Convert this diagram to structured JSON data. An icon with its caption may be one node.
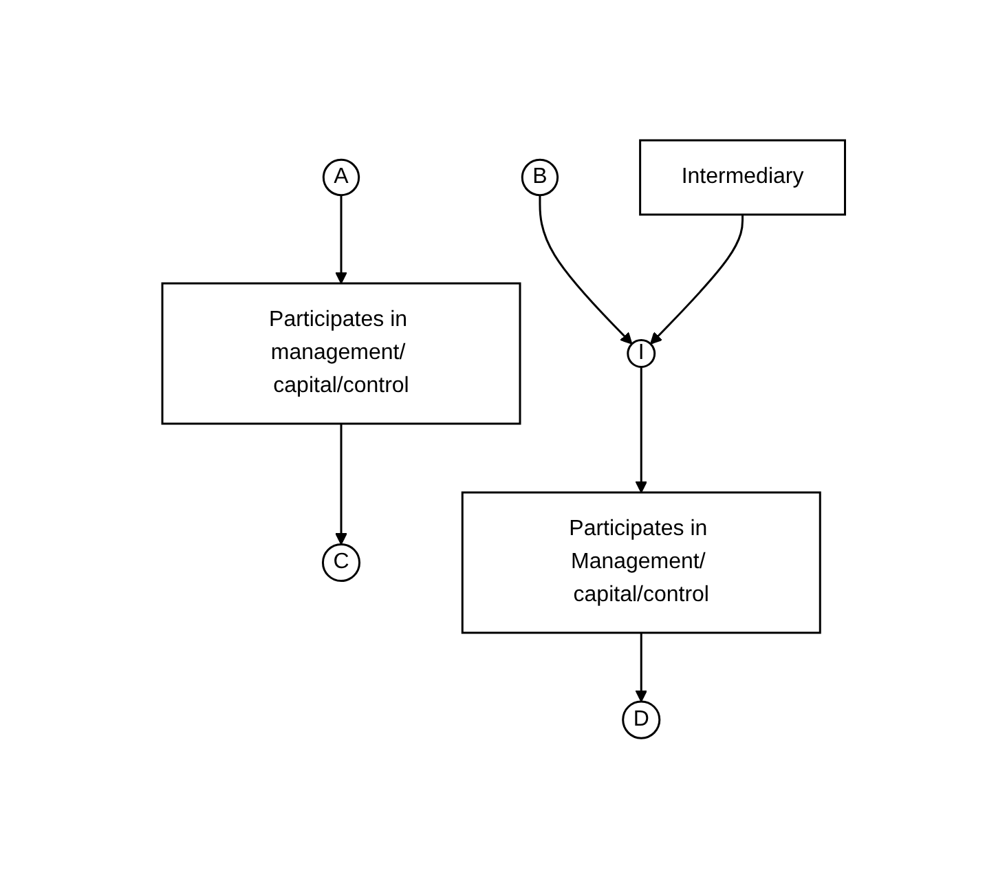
{
  "diagram": {
    "nodes": [
      {
        "text": [
          "A"
        ]
      },
      {
        "text": [
          "B"
        ]
      },
      {
        "text": [
          "Participates in management/ capital/control"
        ]
      },
      {
        "text": [
          "I"
        ]
      },
      {
        "text": [
          "Intermediary"
        ]
      },
      {
        "text": [
          "C"
        ]
      },
      {
        "text": [
          "Participates in Management/ capital/control"
        ]
      },
      {
        "text": [
          "D"
        ]
      }
    ],
    "edges": [
      {
        "from": 0,
        "to": 2,
        "arrow": "to"
      },
      {
        "from": 1,
        "to": 3,
        "arrow": "to"
      },
      {
        "from": 4,
        "to": 3,
        "arrow": "to"
      },
      {
        "from": 2,
        "to": 5,
        "arrow": "to"
      },
      {
        "from": 3,
        "to": 6,
        "arrow": "to"
      },
      {
        "from": 6,
        "to": 7,
        "arrow": "to"
      }
    ]
  }
}
